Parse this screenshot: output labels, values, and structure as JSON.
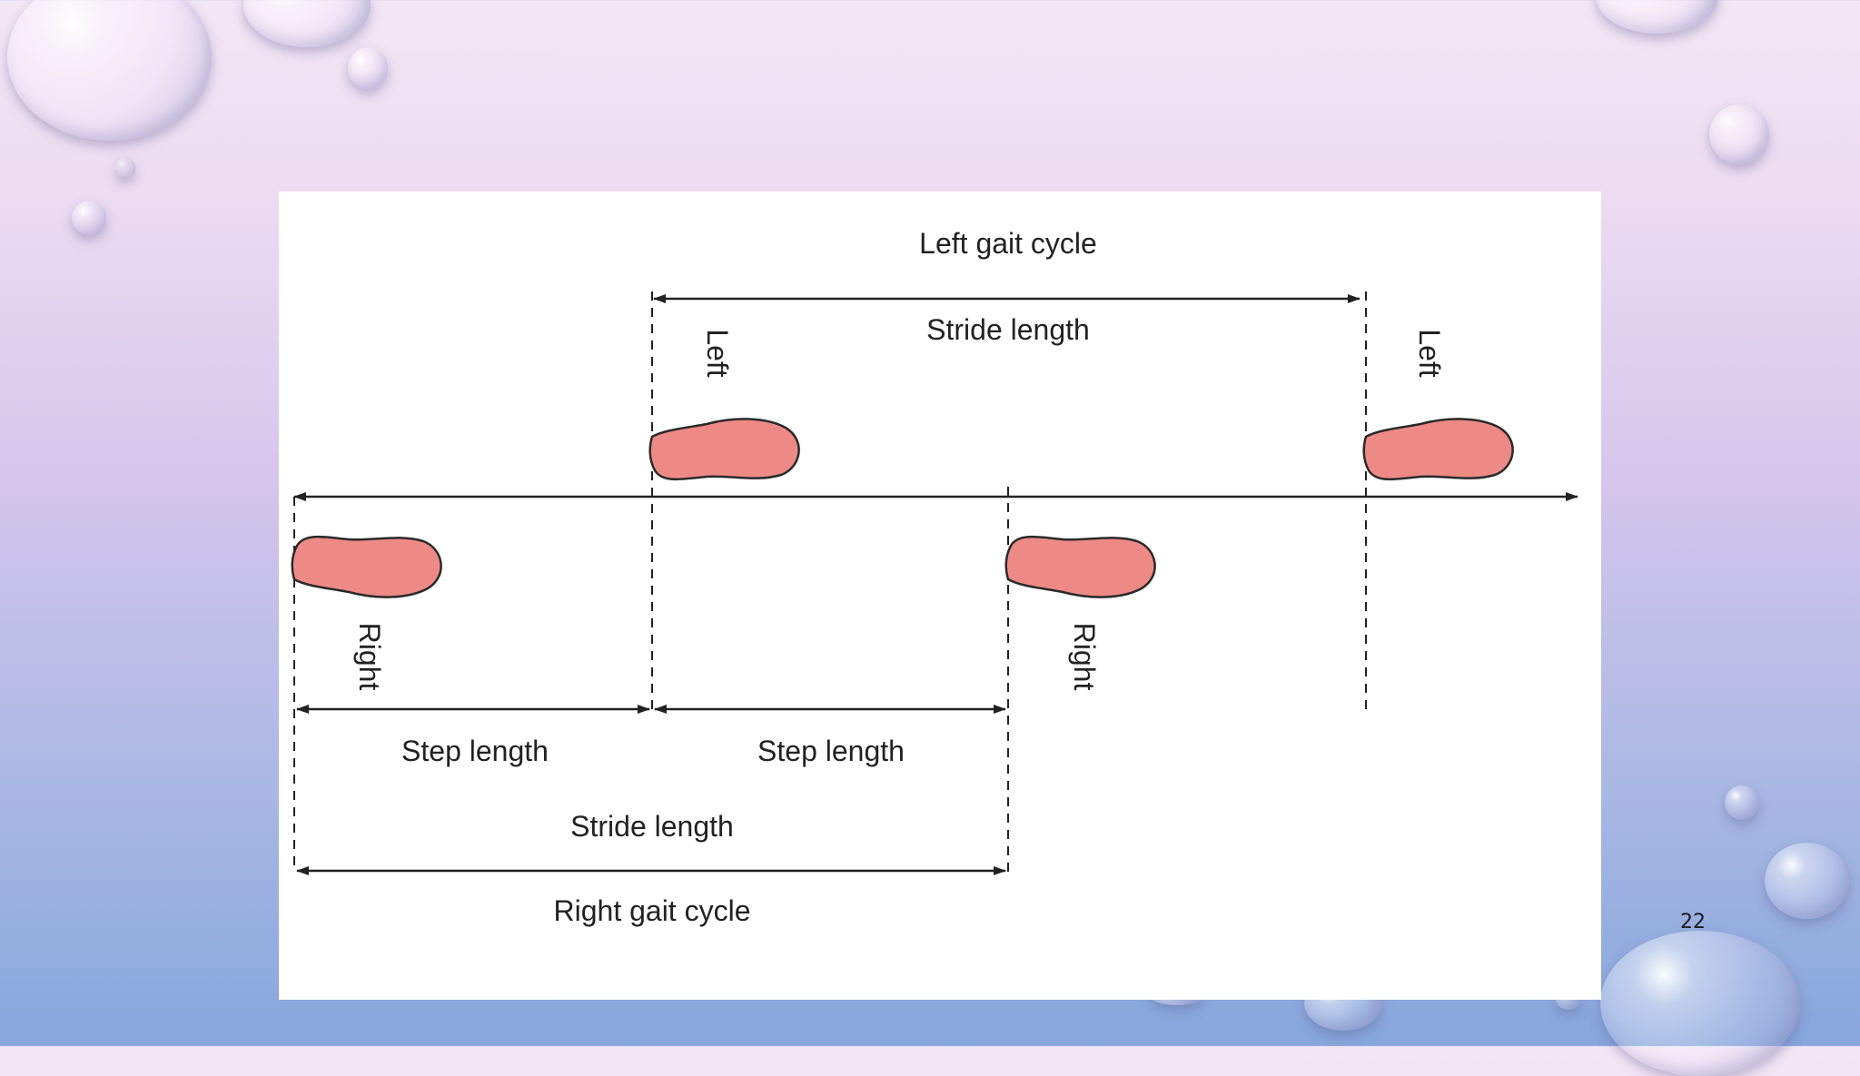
{
  "diagram": {
    "left_gait_cycle": "Left gait cycle",
    "stride_length_top": "Stride length",
    "left_label_1": "Left",
    "left_label_2": "Left",
    "right_label_1": "Right",
    "right_label_2": "Right",
    "step_length_1": "Step length",
    "step_length_2": "Step length",
    "stride_length_bottom": "Stride length",
    "right_gait_cycle": "Right gait cycle"
  },
  "slide": {
    "page_number": "22"
  },
  "colors": {
    "footprint": "#ee8a86",
    "line": "#222222"
  },
  "icons": {
    "footprint": "footprint-icon",
    "bubble": "water-droplet-icon"
  }
}
